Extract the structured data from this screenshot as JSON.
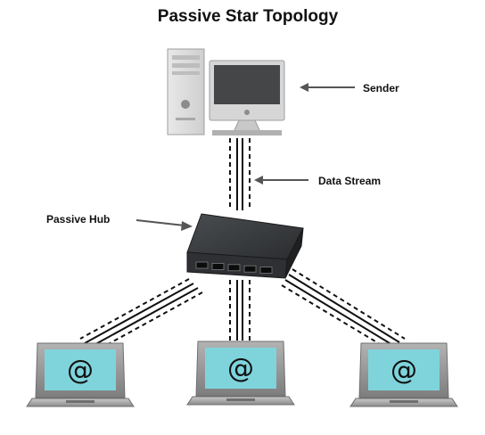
{
  "diagram": {
    "title": "Passive Star Topology",
    "labels": {
      "sender": "Sender",
      "data_stream": "Data Stream",
      "passive_hub": "Passive Hub"
    },
    "receivers": [
      {
        "screen_symbol": "@"
      },
      {
        "screen_symbol": "@"
      },
      {
        "screen_symbol": "@"
      }
    ],
    "hub_port_count": 5,
    "colors": {
      "screen": "#7fd4dc",
      "hub": "#2a2c2e",
      "line": "#111111",
      "arrow": "#555555",
      "laptop_body": "#9a9a9a"
    }
  }
}
